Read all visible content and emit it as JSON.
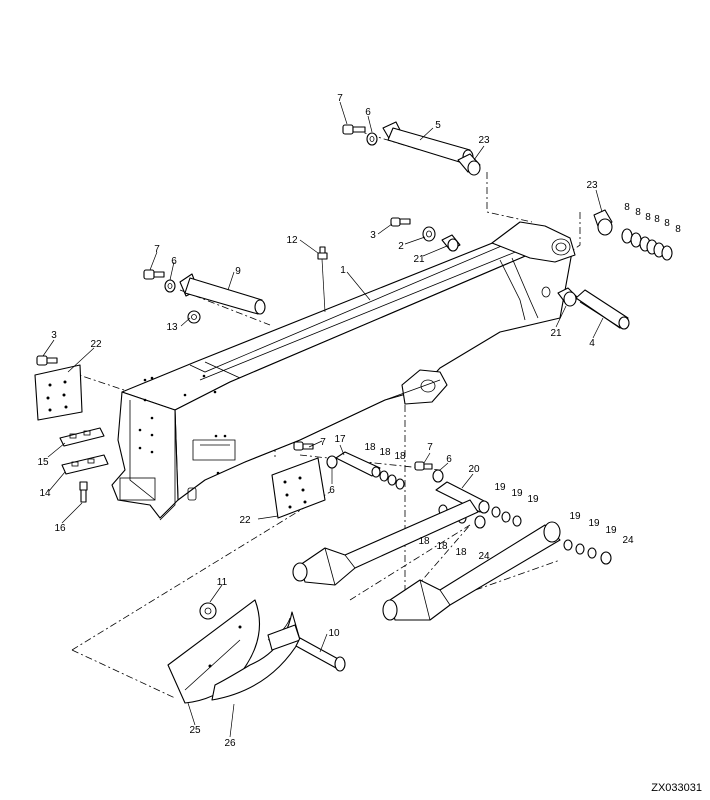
{
  "drawing_code": "ZX033031",
  "callouts": [
    {
      "id": "c7a",
      "label": "7"
    },
    {
      "id": "c6a",
      "label": "6"
    },
    {
      "id": "c5",
      "label": "5"
    },
    {
      "id": "c23a",
      "label": "23"
    },
    {
      "id": "c23b",
      "label": "23"
    },
    {
      "id": "c8a",
      "label": "8"
    },
    {
      "id": "c8b",
      "label": "8"
    },
    {
      "id": "c8c",
      "label": "8"
    },
    {
      "id": "c8d",
      "label": "8"
    },
    {
      "id": "c8e",
      "label": "8"
    },
    {
      "id": "c8f",
      "label": "8"
    },
    {
      "id": "c3a",
      "label": "3"
    },
    {
      "id": "c2",
      "label": "2"
    },
    {
      "id": "c21a",
      "label": "21"
    },
    {
      "id": "c12",
      "label": "12"
    },
    {
      "id": "c7b",
      "label": "7"
    },
    {
      "id": "c6b",
      "label": "6"
    },
    {
      "id": "c9",
      "label": "9"
    },
    {
      "id": "c1",
      "label": "1"
    },
    {
      "id": "c13",
      "label": "13"
    },
    {
      "id": "c21b",
      "label": "21"
    },
    {
      "id": "c4",
      "label": "4"
    },
    {
      "id": "c3b",
      "label": "3"
    },
    {
      "id": "c22a",
      "label": "22"
    },
    {
      "id": "c15",
      "label": "15"
    },
    {
      "id": "c14",
      "label": "14"
    },
    {
      "id": "c16",
      "label": "16"
    },
    {
      "id": "c7c",
      "label": "7"
    },
    {
      "id": "c17",
      "label": "17"
    },
    {
      "id": "c18a",
      "label": "18"
    },
    {
      "id": "c18b",
      "label": "18"
    },
    {
      "id": "c18c",
      "label": "18"
    },
    {
      "id": "c7d",
      "label": "7"
    },
    {
      "id": "c6c",
      "label": "6"
    },
    {
      "id": "c6d",
      "label": "6"
    },
    {
      "id": "c22b",
      "label": "22"
    },
    {
      "id": "c20",
      "label": "20"
    },
    {
      "id": "c19a",
      "label": "19"
    },
    {
      "id": "c19b",
      "label": "19"
    },
    {
      "id": "c19c",
      "label": "19"
    },
    {
      "id": "c18d",
      "label": "18"
    },
    {
      "id": "c18e",
      "label": "18"
    },
    {
      "id": "c18f",
      "label": "18"
    },
    {
      "id": "c24a",
      "label": "24"
    },
    {
      "id": "c19d",
      "label": "19"
    },
    {
      "id": "c19e",
      "label": "19"
    },
    {
      "id": "c19f",
      "label": "19"
    },
    {
      "id": "c24b",
      "label": "24"
    },
    {
      "id": "c11",
      "label": "11"
    },
    {
      "id": "c10",
      "label": "10"
    },
    {
      "id": "c25",
      "label": "25"
    },
    {
      "id": "c26",
      "label": "26"
    }
  ]
}
